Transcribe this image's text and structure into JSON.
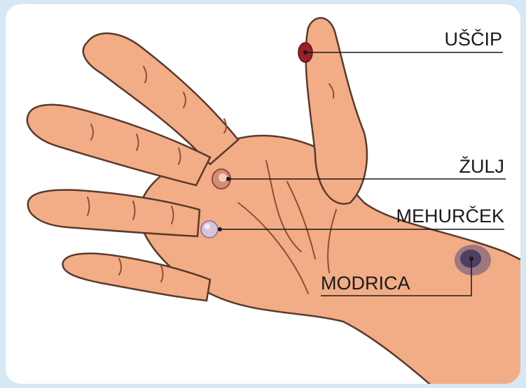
{
  "labels": {
    "pinch": "UŠČIP",
    "callus": "ŽULJ",
    "blister": "MEHURČEK",
    "bruise": "MODRICA"
  },
  "colors": {
    "background": "#d5e8f4",
    "skin": "#f2ad86",
    "skin_shadow": "#e0906a",
    "outline": "#5a3a2c",
    "pinch_mark": "#9a1f2a",
    "callus_mark": "#d98a78",
    "blister_mark": "#d8c2dc",
    "bruise_mark": "#3a2f5a",
    "leader_line": "#1a1a1a"
  }
}
